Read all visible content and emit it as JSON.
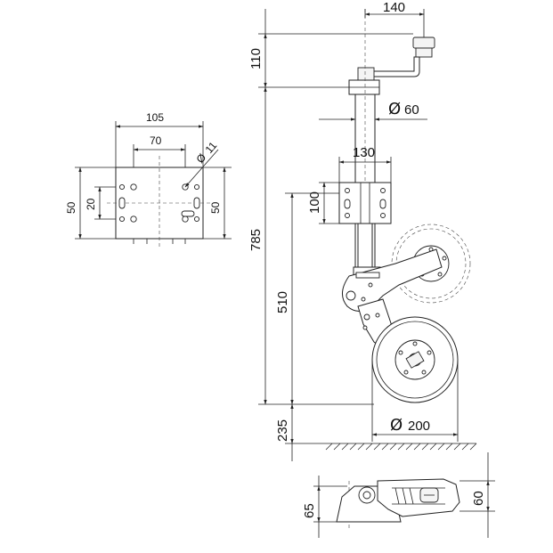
{
  "dimensions": {
    "top_offset_width": "140",
    "crank_height": "110",
    "tube_diameter": "60",
    "plate_width": "130",
    "plate_height": "100",
    "overall_height": "785",
    "wheel_axle_height": "510",
    "ground_clearance": "235",
    "wheel_diameter": "200",
    "bottom_depth_left": "65",
    "bottom_depth_right": "60",
    "flange_width_outer": "105",
    "flange_width_inner": "70",
    "bolt_hole_diameter": "11",
    "flange_height_outer": "50",
    "flange_height_inner": "20",
    "flange_height_right": "50"
  },
  "symbols": {
    "diameter": "Ø"
  }
}
